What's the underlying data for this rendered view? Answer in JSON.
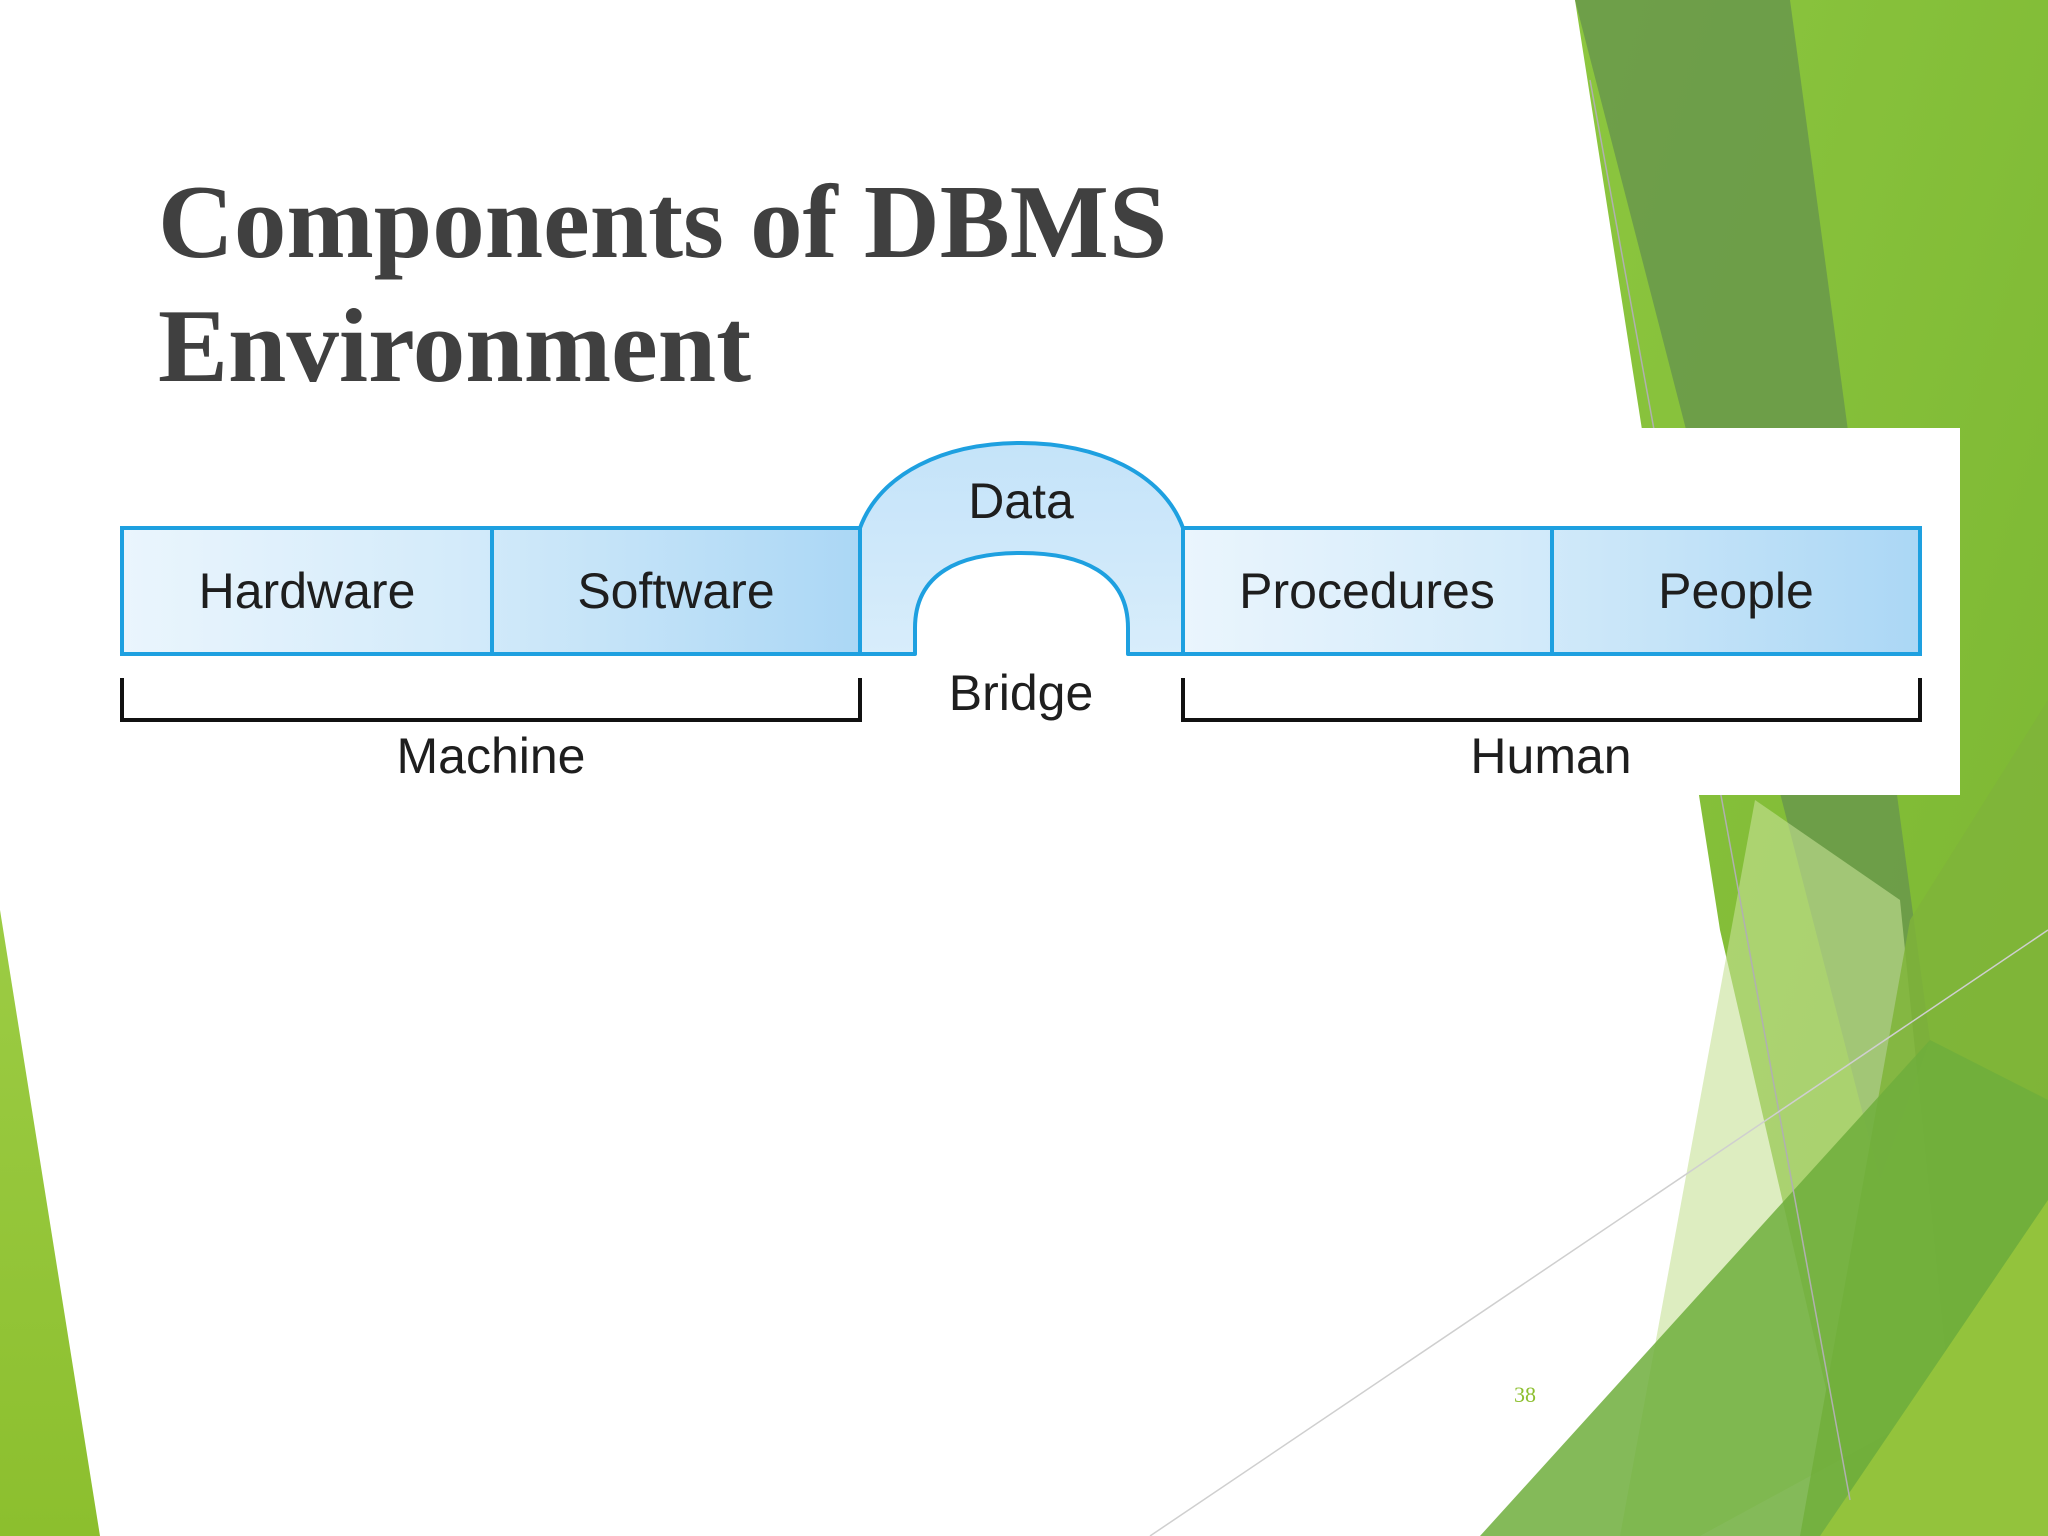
{
  "slide": {
    "title_line1": "Components of DBMS",
    "title_line2": "Environment",
    "page_number": "38"
  },
  "diagram": {
    "components": [
      "Hardware",
      "Software",
      "Procedures",
      "People"
    ],
    "arch_top_label": "Data",
    "arch_bottom_label": "Bridge",
    "groups": {
      "left": "Machine",
      "right": "Human"
    }
  },
  "colors": {
    "accent_green": "#8cbf2e",
    "dark_green": "#5f9a35",
    "box_outline": "#1ea0e0",
    "title_text": "#404040"
  }
}
